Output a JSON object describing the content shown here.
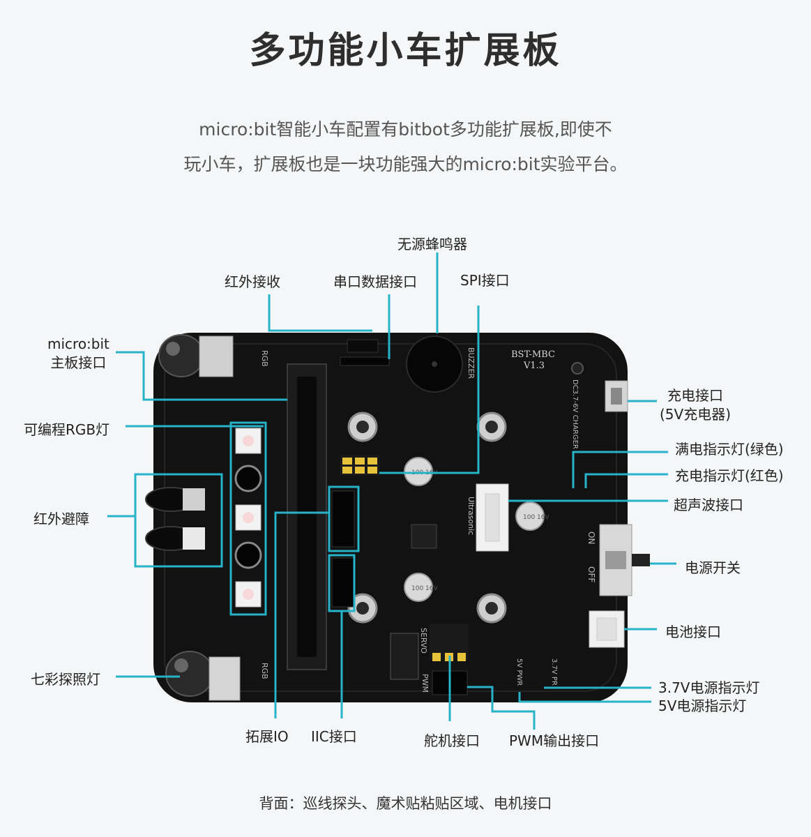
{
  "title": "多功能小车扩展板",
  "intro_lines": [
    "micro:bit智能小车配置有bitbot多功能扩展板,即使不",
    "玩小车，扩展板也是一块功能强大的micro:bit实验平台。"
  ],
  "labels": {
    "buzzer": "无源蜂鸣器",
    "ir_receiver": "红外接收",
    "serial_port": "串口数据接口",
    "spi": "SPI接口",
    "microbit_slot_line1": "micro:bit",
    "microbit_slot_line2": "主板接口",
    "rgb_programmable": "可编程RGB灯",
    "ir_avoid": "红外避障",
    "headlight": "七彩探照灯",
    "charge_port_line1": "充电接口",
    "charge_port_line2": "(5V充电器)",
    "full_led": "满电指示灯(绿色)",
    "charge_led": "充电指示灯(红色)",
    "ultrasonic": "超声波接口",
    "power_switch": "电源开关",
    "battery": "电池接口",
    "led_37v": "3.7V电源指示灯",
    "led_5v": "5V电源指示灯",
    "expand_io": "拓展IO",
    "iic": "IIC接口",
    "servo": "舵机接口",
    "pwm": "PWM输出接口"
  },
  "silkscreen": {
    "model": "BST-MBC",
    "version": "V1.3",
    "buzzer": "BUZZER",
    "rgb": "RGB",
    "ultrasonic": "Ultrasonic",
    "servo": "SERVO",
    "pwm": "PWM",
    "on": "ON",
    "off": "OFF",
    "power_5v": "5V PWR",
    "power_37v": "3.7V PR",
    "capacitor": "100 16V",
    "charger": "DC3.7-6V CHARGER"
  },
  "footer": "背面：巡线探头、魔术贴粘贴区域、电机接口",
  "colors": {
    "leader": "#27b3c9",
    "board": "#121212",
    "gold": "#e7c23a",
    "background": "#f4f6f7"
  }
}
